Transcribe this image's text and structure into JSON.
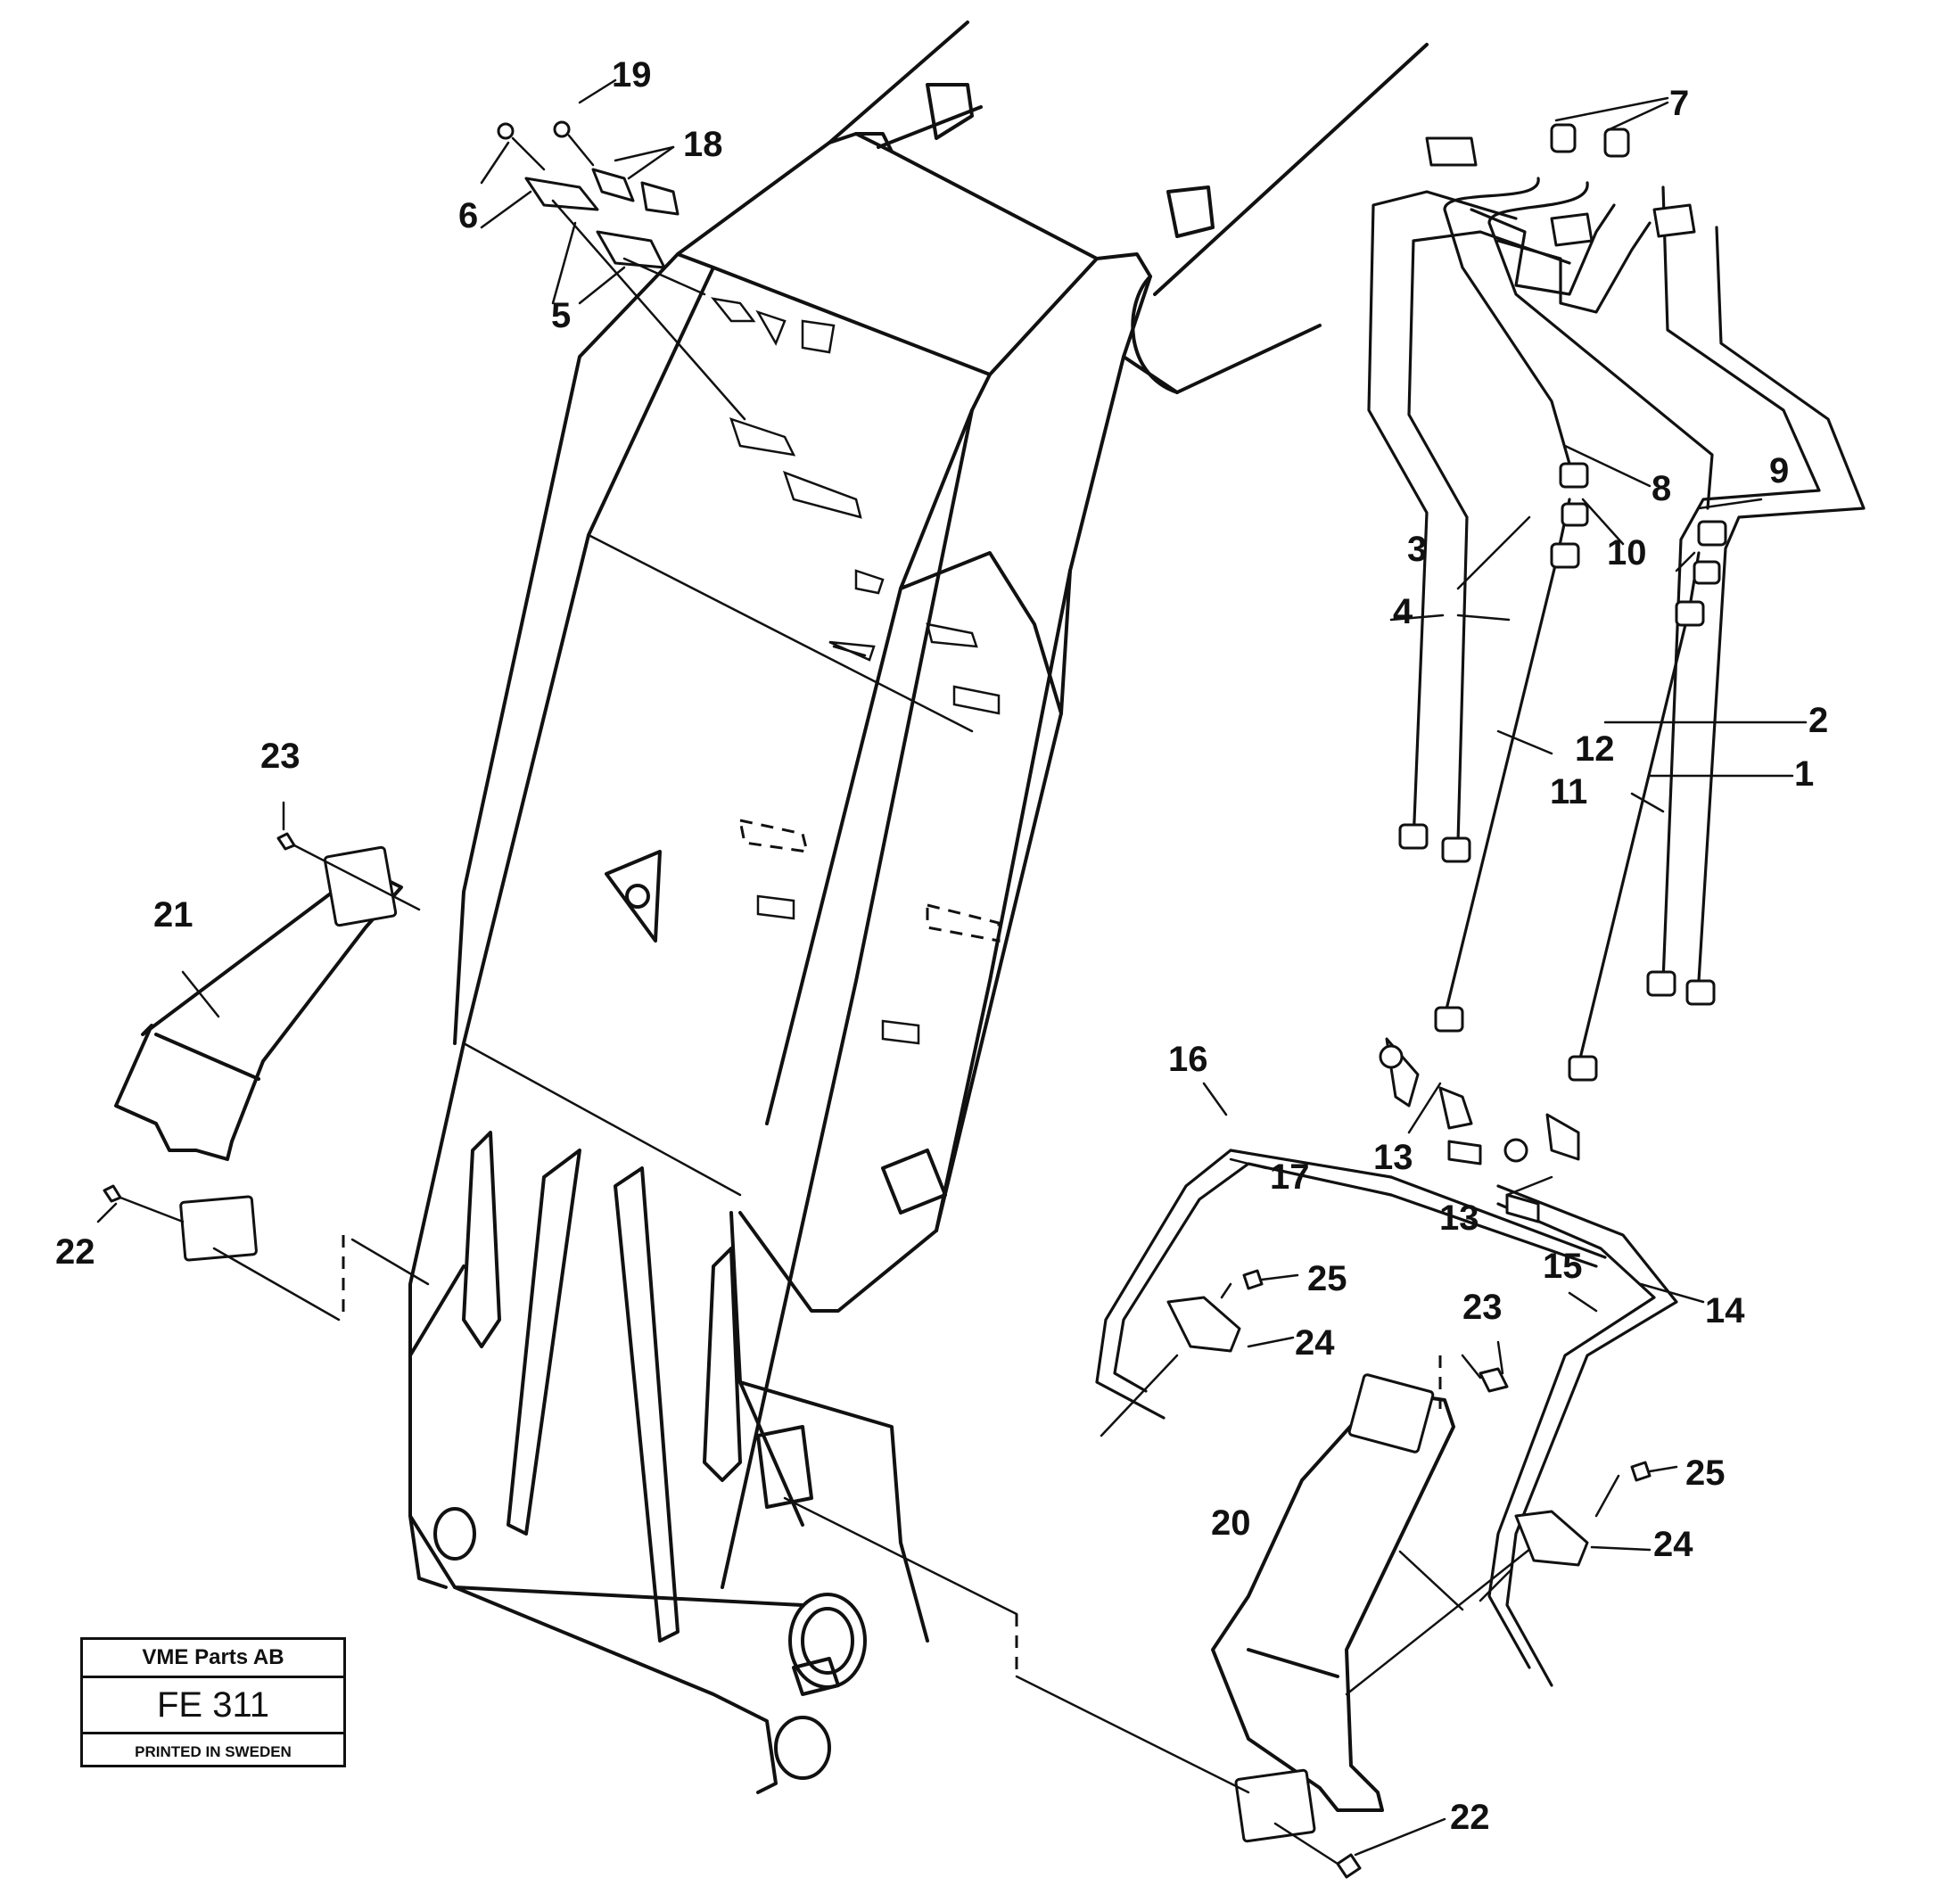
{
  "title_block": {
    "company": "VME Parts AB",
    "code": "FE 311",
    "note": "PRINTED IN SWEDEN"
  },
  "callouts": {
    "c1": "1",
    "c2": "2",
    "c3": "3",
    "c4": "4",
    "c5": "5",
    "c6": "6",
    "c7": "7",
    "c8": "8",
    "c9": "9",
    "c10": "10",
    "c11": "11",
    "c12": "12",
    "c13a": "13",
    "c13b": "13",
    "c14": "14",
    "c15": "15",
    "c16": "16",
    "c17": "17",
    "c18": "18",
    "c19": "19",
    "c20": "20",
    "c21": "21",
    "c22a": "22",
    "c22b": "22",
    "c23a": "23",
    "c23b": "23",
    "c24a": "24",
    "c24b": "24",
    "c25a": "25",
    "c25b": "25"
  }
}
